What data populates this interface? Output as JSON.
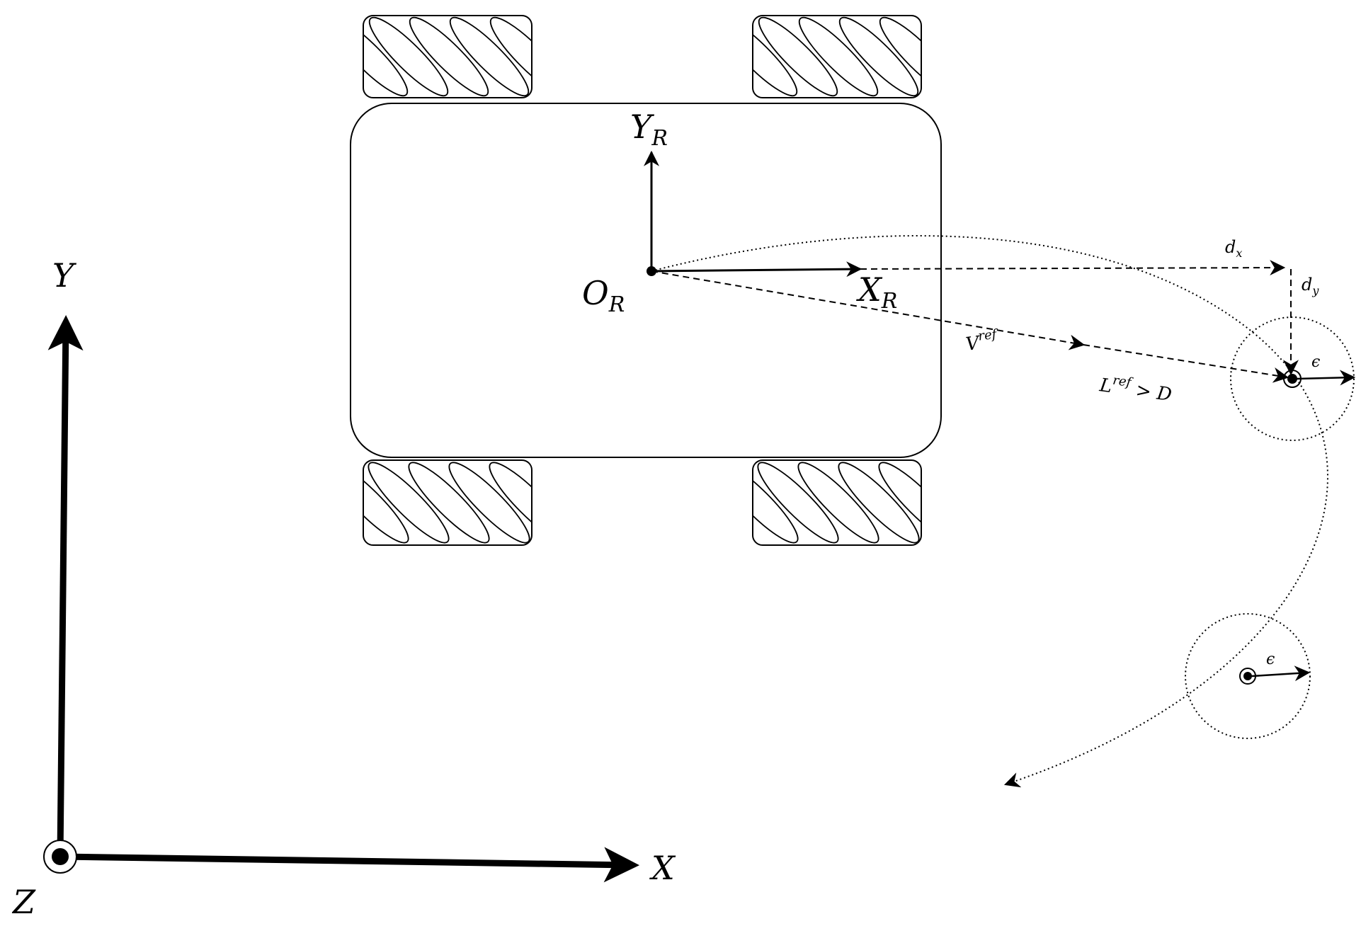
{
  "world_frame": {
    "x_axis": "X",
    "y_axis": "Y",
    "z_axis": "Z"
  },
  "robot_frame": {
    "origin": {
      "main": "O",
      "sub": "R"
    },
    "x_axis": {
      "main": "X",
      "sub": "R"
    },
    "y_axis": {
      "main": "Y",
      "sub": "R"
    }
  },
  "vectors": {
    "v_ref": {
      "main": "V",
      "sup": "ref"
    },
    "l_ref": {
      "main": "L",
      "sup": "ref",
      "suffix": " > D"
    },
    "dx": {
      "main": "d",
      "sub": "x"
    },
    "dy": {
      "main": "d",
      "sub": "y"
    }
  },
  "tolerance_labels": {
    "near": "ϵ",
    "far": "ϵ"
  },
  "colors": {
    "ink": "#000000",
    "background": "#ffffff"
  },
  "wheels": {
    "count": 4,
    "type": "mecanum"
  }
}
